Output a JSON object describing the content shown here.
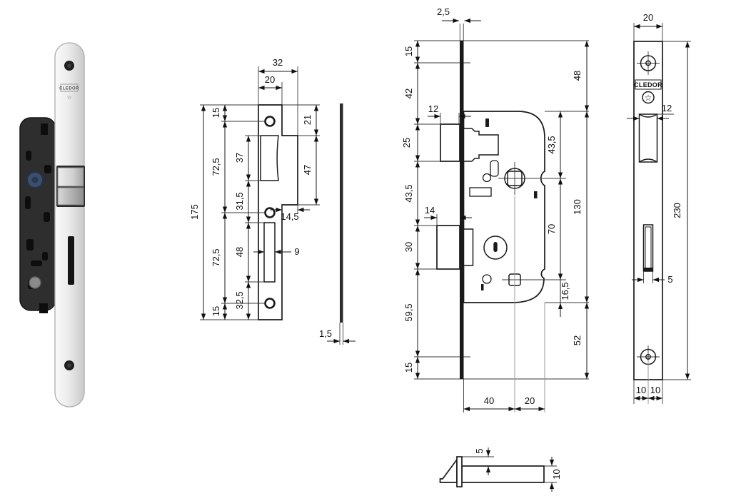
{
  "photo": {
    "brand": "CLEDOR",
    "star": "☆"
  },
  "views": {
    "strike_front": {
      "dims": {
        "overall_width": "32",
        "plate_width": "20",
        "top_hole_offset": "15",
        "hole_pitch_upper": "72,5",
        "latch_cutout_height": "37",
        "cutout_gap": "31,5",
        "bolt_cutout_height": "48",
        "hole_pitch_lower": "72,5",
        "bolt_cutout_to_hole": "32,5",
        "bottom_hole_offset": "15",
        "overall_height": "175",
        "lip_top_offset": "21",
        "lip_height": "47",
        "lip_width": "14,5",
        "bolt_cutout_width": "9"
      }
    },
    "strike_side": {
      "dims": {
        "thickness": "1,5"
      }
    },
    "lock_case": {
      "dims": {
        "faceplate_thickness": "2,5",
        "top_hole_offset": "15",
        "hole_to_latch": "42",
        "latch_protrusion": "12",
        "latch_height": "25",
        "latch_to_bolt": "43,5",
        "bolt_protrusion": "14",
        "bolt_height": "30",
        "bolt_to_bottom_hole": "59,5",
        "bottom_hole_offset": "15",
        "plate_top_to_case": "48",
        "case_top_to_follower": "43,5",
        "case_height": "130",
        "follower_to_square": "70",
        "square_to_case_bottom": "16,5",
        "case_bottom_to_plate_end": "52",
        "backset": "40",
        "follower_to_edge": "20"
      }
    },
    "faceplate_front": {
      "brand": "CLEDOR",
      "star": "☆",
      "dims": {
        "width": "20",
        "latch_cutout_width": "12",
        "height": "230",
        "bolt_cutout_width": "5",
        "hole_inset_left": "10",
        "hole_inset_right": "10"
      }
    },
    "latch_detail": {
      "dims": {
        "head_offset": "5",
        "bolt_thickness": "10"
      }
    }
  }
}
